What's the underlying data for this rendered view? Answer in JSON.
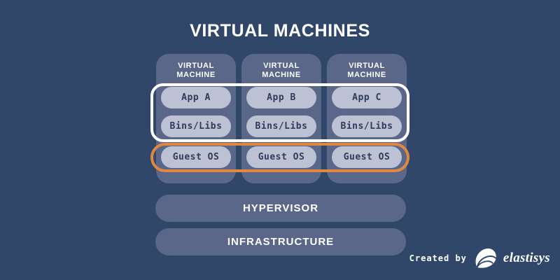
{
  "title": "VIRTUAL MACHINES",
  "colors": {
    "background": "#31476A",
    "panel": "#5A6789",
    "pill": "#BCC2D4",
    "pill_text": "#2F3B58",
    "white_outline": "#FFFFFF",
    "orange_outline": "#E08740",
    "text_light": "#FFFFFF"
  },
  "vm_columns": [
    {
      "header": "VIRTUAL\nMACHINE",
      "app": "App A",
      "bins": "Bins/Libs",
      "guest": "Guest OS"
    },
    {
      "header": "VIRTUAL\nMACHINE",
      "app": "App B",
      "bins": "Bins/Libs",
      "guest": "Guest OS"
    },
    {
      "header": "VIRTUAL\nMACHINE",
      "app": "App C",
      "bins": "Bins/Libs",
      "guest": "Guest OS"
    }
  ],
  "groups": {
    "apps_bins_outline": "white-rounded-outline",
    "guest_os_outline": "orange-rounded-outline"
  },
  "layers": {
    "hypervisor": "HYPERVISOR",
    "infrastructure": "INFRASTRUCTURE"
  },
  "footer": {
    "created_by": "Created by",
    "brand": "elastisys",
    "logo": "elastisys-shell-logo"
  }
}
